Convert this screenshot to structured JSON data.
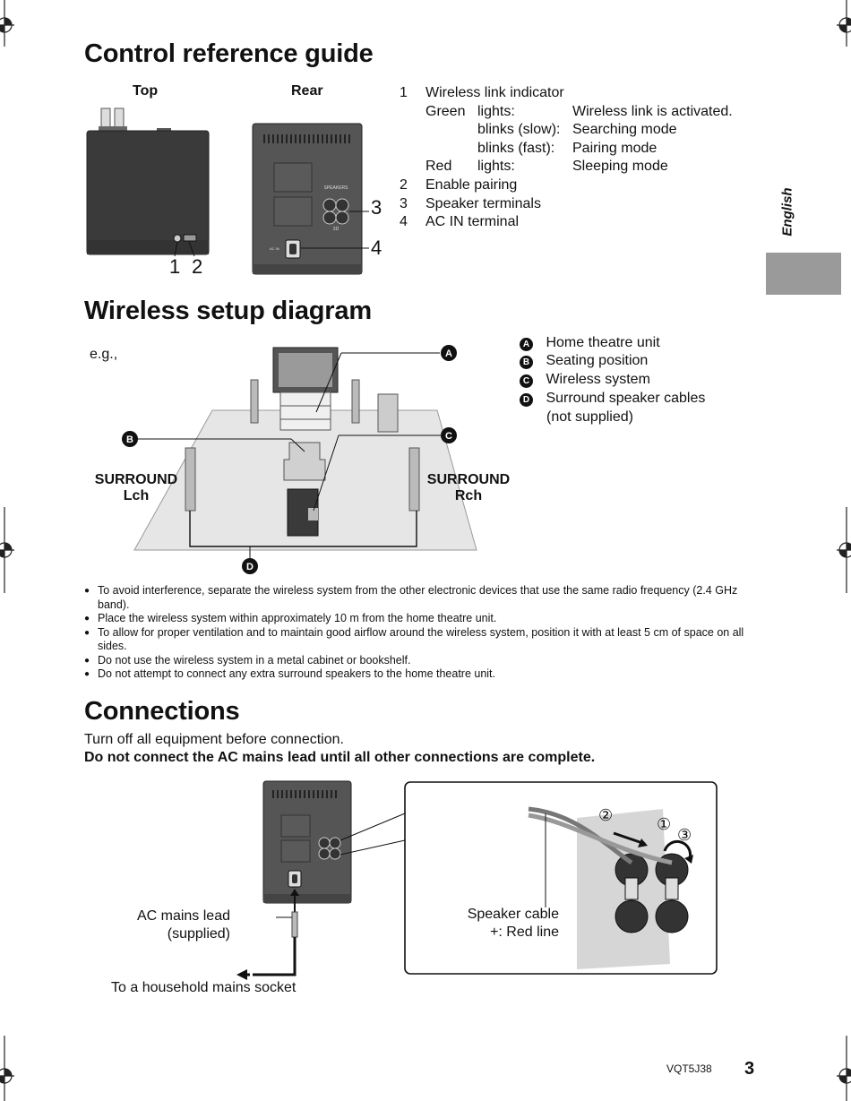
{
  "sections": {
    "control_title": "Control reference guide",
    "wireless_title": "Wireless setup diagram",
    "connections_title": "Connections"
  },
  "control": {
    "top_label": "Top",
    "rear_label": "Rear",
    "callouts": [
      "1",
      "2",
      "3",
      "4"
    ],
    "items": [
      {
        "num": "1",
        "text": "Wireless link indicator"
      },
      {
        "num": "2",
        "text": "Enable pairing"
      },
      {
        "num": "3",
        "text": "Speaker terminals"
      },
      {
        "num": "4",
        "text": "AC IN terminal"
      }
    ],
    "indicator": {
      "green": "Green",
      "red": "Red",
      "lights": "lights:",
      "blinks_slow": "blinks (slow):",
      "blinks_fast": "blinks (fast):",
      "meaning_green_lights": "Wireless link is activated.",
      "meaning_slow": "Searching mode",
      "meaning_fast": "Pairing mode",
      "meaning_red_lights": "Sleeping mode"
    },
    "rear_panel_text": {
      "speakers": "SPEAKERS",
      "sd": "3D",
      "acin": "AC IN"
    }
  },
  "side_tab": {
    "language": "English"
  },
  "wireless": {
    "eg": "e.g.,",
    "surround_l": [
      "SURROUND",
      "Lch"
    ],
    "surround_r": [
      "SURROUND",
      "Rch"
    ],
    "legend": [
      {
        "badge": "A",
        "text": "Home theatre unit"
      },
      {
        "badge": "B",
        "text": "Seating position"
      },
      {
        "badge": "C",
        "text": "Wireless system"
      },
      {
        "badge": "D",
        "text": "Surround speaker cables",
        "text2": "(not supplied)"
      }
    ],
    "bullets": [
      "To avoid interference, separate the wireless system from the other electronic devices that use the same radio frequency (2.4 GHz band).",
      "Place the wireless system within approximately 10 m from the home theatre unit.",
      "To allow for proper ventilation and to maintain good airflow around the wireless system, position it with at least 5 cm of space on all sides.",
      "Do not use the wireless system in a metal cabinet or bookshelf.",
      "Do not attempt to connect any extra surround speakers to the home theatre unit."
    ]
  },
  "connections": {
    "instruction": "Turn off all equipment before connection.",
    "warning": "Do not connect the AC mains lead until all other connections are complete.",
    "ac_lead": [
      "AC mains lead",
      "(supplied)"
    ],
    "socket": "To a household mains socket",
    "speaker_cable": [
      "Speaker cable",
      "+: Red line"
    ],
    "steps": [
      "②",
      "①",
      "③"
    ]
  },
  "footer": {
    "code": "VQT5J38",
    "page": "3"
  }
}
